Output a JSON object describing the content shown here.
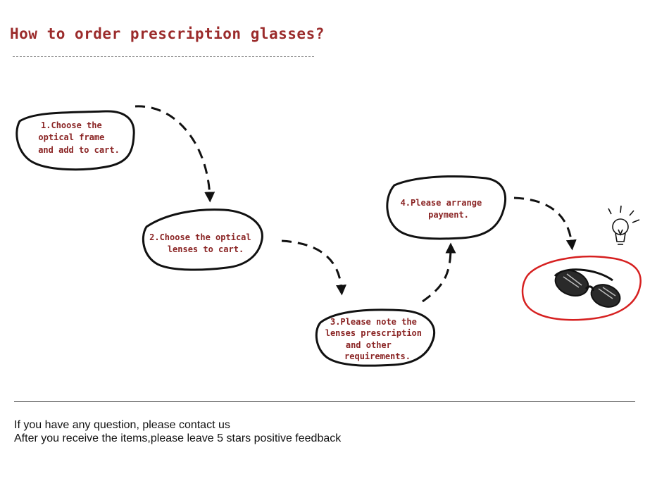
{
  "title": "How to order prescription glasses?",
  "colors": {
    "title": "#9b2b2b",
    "step_text": "#8a2424",
    "outline": "#111111",
    "highlight_outline": "#d62020"
  },
  "steps": [
    {
      "lines": [
        "1.Choose the",
        "optical frame",
        "and add to cart."
      ]
    },
    {
      "lines": [
        "2.Choose the optical",
        "lenses to cart."
      ]
    },
    {
      "lines": [
        "3.Please note the",
        "lenses prescription",
        "and other",
        "requirements."
      ]
    },
    {
      "lines": [
        "4.Please arrange",
        "payment."
      ]
    }
  ],
  "icons": {
    "final": "sunglasses-icon",
    "idea": "lightbulb-icon"
  },
  "footer": {
    "line1": "If you have any question, please contact us",
    "line2": "After you receive the items,please leave 5 stars positive feedback"
  }
}
